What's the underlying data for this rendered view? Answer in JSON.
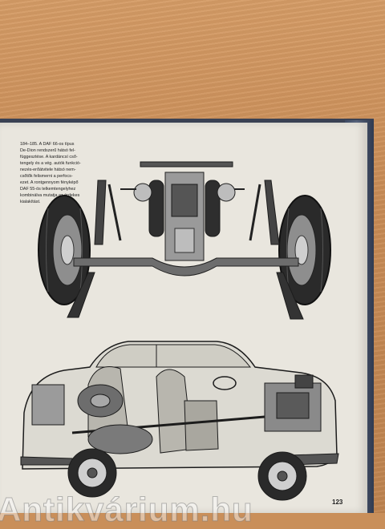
{
  "caption": {
    "lines": [
      "184–185. A DAF 66-os típus",
      "De-Dion rendszerű hátsó fel-",
      "függesztése. A kardáncsí cső-",
      "tengely és a vég. autók funkció-",
      "nezés-erőátvitele hátsó nem-",
      "csőtők felismerni a perfocs-",
      "ezet. A rontgennyom fényképő",
      "DAF 55-ös telkemtengelyhez",
      "kombinálva mutatja az érdekes",
      "kialakítást."
    ]
  },
  "page_number": "123",
  "watermark": "Antikvárium.hu",
  "colors": {
    "table": "#c98f5a",
    "page": "#e9e6de",
    "book_cover": "#3d4a63",
    "ink": "#1c1c1c"
  }
}
